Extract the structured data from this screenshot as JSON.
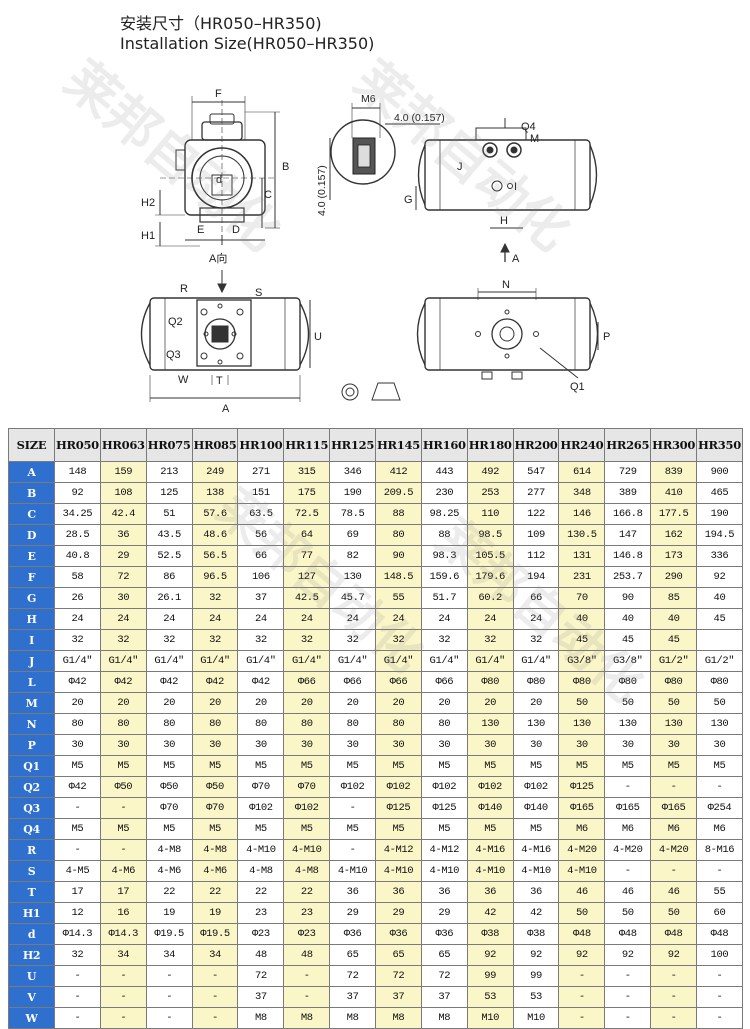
{
  "title": {
    "cn": "安装尺寸（HR050–HR350)",
    "en": "Installation Size(HR050–HR350)"
  },
  "drawing_labels": {
    "F": "F",
    "B": "B",
    "H2": "H2",
    "H1": "H1",
    "d": "d",
    "E": "E",
    "D": "D",
    "M6": "M6",
    "dim_width": "4.0 (0.157)",
    "dim_height": "4.0 (0.157)",
    "Q4": "Q4",
    "M": "M",
    "J": "J",
    "G": "G",
    "I": "I",
    "H": "H",
    "arrow_A": "A",
    "A_view": "A向",
    "R": "R",
    "S": "S",
    "Q2": "Q2",
    "Q3": "Q3",
    "W": "W",
    "T": "T",
    "U": "U",
    "A": "A",
    "N": "N",
    "P": "P",
    "Q1": "Q1"
  },
  "watermark": "莱邦自动化",
  "table": {
    "corner": "SIZE",
    "models": [
      "HR050",
      "HR063",
      "HR075",
      "HR085",
      "HR100",
      "HR115",
      "HR125",
      "HR145",
      "HR160",
      "HR180",
      "HR200",
      "HR240",
      "HR265",
      "HR300",
      "HR350"
    ],
    "rows": [
      {
        "label": "A",
        "values": [
          "148",
          "159",
          "213",
          "249",
          "271",
          "315",
          "346",
          "412",
          "443",
          "492",
          "547",
          "614",
          "729",
          "839",
          "900"
        ]
      },
      {
        "label": "B",
        "values": [
          "92",
          "108",
          "125",
          "138",
          "151",
          "175",
          "190",
          "209.5",
          "230",
          "253",
          "277",
          "348",
          "389",
          "410",
          "465"
        ]
      },
      {
        "label": "C",
        "values": [
          "34.25",
          "42.4",
          "51",
          "57.6",
          "63.5",
          "72.5",
          "78.5",
          "88",
          "98.25",
          "110",
          "122",
          "146",
          "166.8",
          "177.5",
          "190"
        ]
      },
      {
        "label": "D",
        "values": [
          "28.5",
          "36",
          "43.5",
          "48.6",
          "56",
          "64",
          "69",
          "80",
          "88",
          "98.5",
          "109",
          "130.5",
          "147",
          "162",
          "194.5"
        ]
      },
      {
        "label": "E",
        "values": [
          "40.8",
          "29",
          "52.5",
          "56.5",
          "66",
          "77",
          "82",
          "90",
          "98.3",
          "105.5",
          "112",
          "131",
          "146.8",
          "173",
          "336"
        ]
      },
      {
        "label": "F",
        "values": [
          "58",
          "72",
          "86",
          "96.5",
          "106",
          "127",
          "130",
          "148.5",
          "159.6",
          "179.6",
          "194",
          "231",
          "253.7",
          "290",
          "92"
        ]
      },
      {
        "label": "G",
        "values": [
          "26",
          "30",
          "26.1",
          "32",
          "37",
          "42.5",
          "45.7",
          "55",
          "51.7",
          "60.2",
          "66",
          "70",
          "90",
          "85",
          "40"
        ]
      },
      {
        "label": "H",
        "values": [
          "24",
          "24",
          "24",
          "24",
          "24",
          "24",
          "24",
          "24",
          "24",
          "24",
          "24",
          "40",
          "40",
          "40",
          "45"
        ]
      },
      {
        "label": "I",
        "values": [
          "32",
          "32",
          "32",
          "32",
          "32",
          "32",
          "32",
          "32",
          "32",
          "32",
          "32",
          "45",
          "45",
          "45",
          ""
        ]
      },
      {
        "label": "J",
        "values": [
          "G1/4″",
          "G1/4″",
          "G1/4″",
          "G1/4″",
          "G1/4″",
          "G1/4″",
          "G1/4″",
          "G1/4″",
          "G1/4″",
          "G1/4″",
          "G1/4″",
          "G3/8″",
          "G3/8″",
          "G1/2″",
          "G1/2″"
        ]
      },
      {
        "label": "L",
        "values": [
          "Φ42",
          "Φ42",
          "Φ42",
          "Φ42",
          "Φ42",
          "Φ66",
          "Φ66",
          "Φ66",
          "Φ66",
          "Φ80",
          "Φ80",
          "Φ80",
          "Φ80",
          "Φ80",
          "Φ80"
        ]
      },
      {
        "label": "M",
        "values": [
          "20",
          "20",
          "20",
          "20",
          "20",
          "20",
          "20",
          "20",
          "20",
          "20",
          "20",
          "50",
          "50",
          "50",
          "50"
        ]
      },
      {
        "label": "N",
        "values": [
          "80",
          "80",
          "80",
          "80",
          "80",
          "80",
          "80",
          "80",
          "80",
          "130",
          "130",
          "130",
          "130",
          "130",
          "130"
        ]
      },
      {
        "label": "P",
        "values": [
          "30",
          "30",
          "30",
          "30",
          "30",
          "30",
          "30",
          "30",
          "30",
          "30",
          "30",
          "30",
          "30",
          "30",
          "30"
        ]
      },
      {
        "label": "Q1",
        "values": [
          "M5",
          "M5",
          "M5",
          "M5",
          "M5",
          "M5",
          "M5",
          "M5",
          "M5",
          "M5",
          "M5",
          "M5",
          "M5",
          "M5",
          "M5"
        ]
      },
      {
        "label": "Q2",
        "values": [
          "Φ42",
          "Φ50",
          "Φ50",
          "Φ50",
          "Φ70",
          "Φ70",
          "Φ102",
          "Φ102",
          "Φ102",
          "Φ102",
          "Φ102",
          "Φ125",
          "-",
          "-",
          "-"
        ]
      },
      {
        "label": "Q3",
        "values": [
          "-",
          "-",
          "Φ70",
          "Φ70",
          "Φ102",
          "Φ102",
          "-",
          "Φ125",
          "Φ125",
          "Φ140",
          "Φ140",
          "Φ165",
          "Φ165",
          "Φ165",
          "Φ254"
        ]
      },
      {
        "label": "Q4",
        "values": [
          "M5",
          "M5",
          "M5",
          "M5",
          "M5",
          "M5",
          "M5",
          "M5",
          "M5",
          "M5",
          "M5",
          "M6",
          "M6",
          "M6",
          "M6"
        ]
      },
      {
        "label": "R",
        "values": [
          "-",
          "-",
          "4-M8",
          "4-M8",
          "4-M10",
          "4-M10",
          "-",
          "4-M12",
          "4-M12",
          "4-M16",
          "4-M16",
          "4-M20",
          "4-M20",
          "4-M20",
          "8-M16"
        ]
      },
      {
        "label": "S",
        "values": [
          "4-M5",
          "4-M6",
          "4-M6",
          "4-M6",
          "4-M8",
          "4-M8",
          "4-M10",
          "4-M10",
          "4-M10",
          "4-M10",
          "4-M10",
          "4-M10",
          "-",
          "-",
          "-"
        ]
      },
      {
        "label": "T",
        "values": [
          "17",
          "17",
          "22",
          "22",
          "22",
          "22",
          "36",
          "36",
          "36",
          "36",
          "36",
          "46",
          "46",
          "46",
          "55"
        ]
      },
      {
        "label": "H1",
        "values": [
          "12",
          "16",
          "19",
          "19",
          "23",
          "23",
          "29",
          "29",
          "29",
          "42",
          "42",
          "50",
          "50",
          "50",
          "60"
        ]
      },
      {
        "label": "d",
        "values": [
          "Φ14.3",
          "Φ14.3",
          "Φ19.5",
          "Φ19.5",
          "Φ23",
          "Φ23",
          "Φ36",
          "Φ36",
          "Φ36",
          "Φ38",
          "Φ38",
          "Φ48",
          "Φ48",
          "Φ48",
          "Φ48"
        ]
      },
      {
        "label": "H2",
        "values": [
          "32",
          "34",
          "34",
          "34",
          "48",
          "48",
          "65",
          "65",
          "65",
          "92",
          "92",
          "92",
          "92",
          "92",
          "100"
        ]
      },
      {
        "label": "U",
        "values": [
          "-",
          "-",
          "-",
          "-",
          "72",
          "-",
          "72",
          "72",
          "72",
          "99",
          "99",
          "-",
          "-",
          "-",
          "-"
        ]
      },
      {
        "label": "V",
        "values": [
          "-",
          "-",
          "-",
          "-",
          "37",
          "-",
          "37",
          "37",
          "37",
          "53",
          "53",
          "-",
          "-",
          "-",
          "-"
        ]
      },
      {
        "label": "W",
        "values": [
          "-",
          "-",
          "-",
          "-",
          "M8",
          "M8",
          "M8",
          "M8",
          "M8",
          "M10",
          "M10",
          "-",
          "-",
          "-",
          "-"
        ]
      }
    ]
  }
}
